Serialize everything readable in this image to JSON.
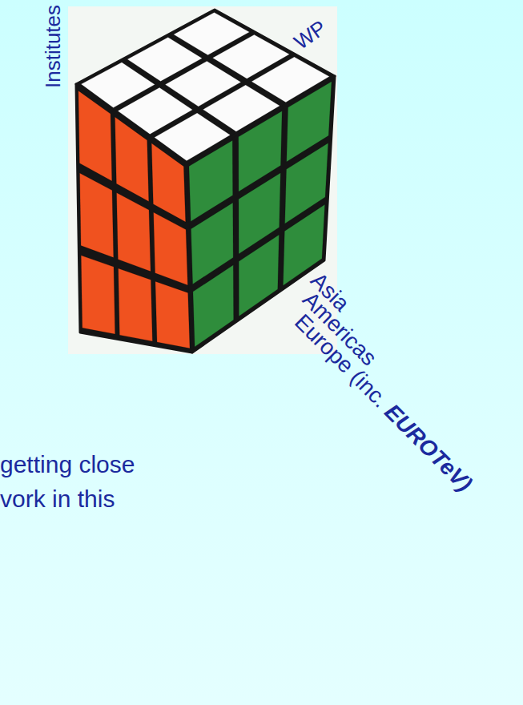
{
  "diagram": {
    "labels": [
      "Institutes",
      "WP",
      "Asia",
      "Americas",
      "Europe (inc. EUROTeV)",
      "getting close",
      "vork in this"
    ]
  }
}
